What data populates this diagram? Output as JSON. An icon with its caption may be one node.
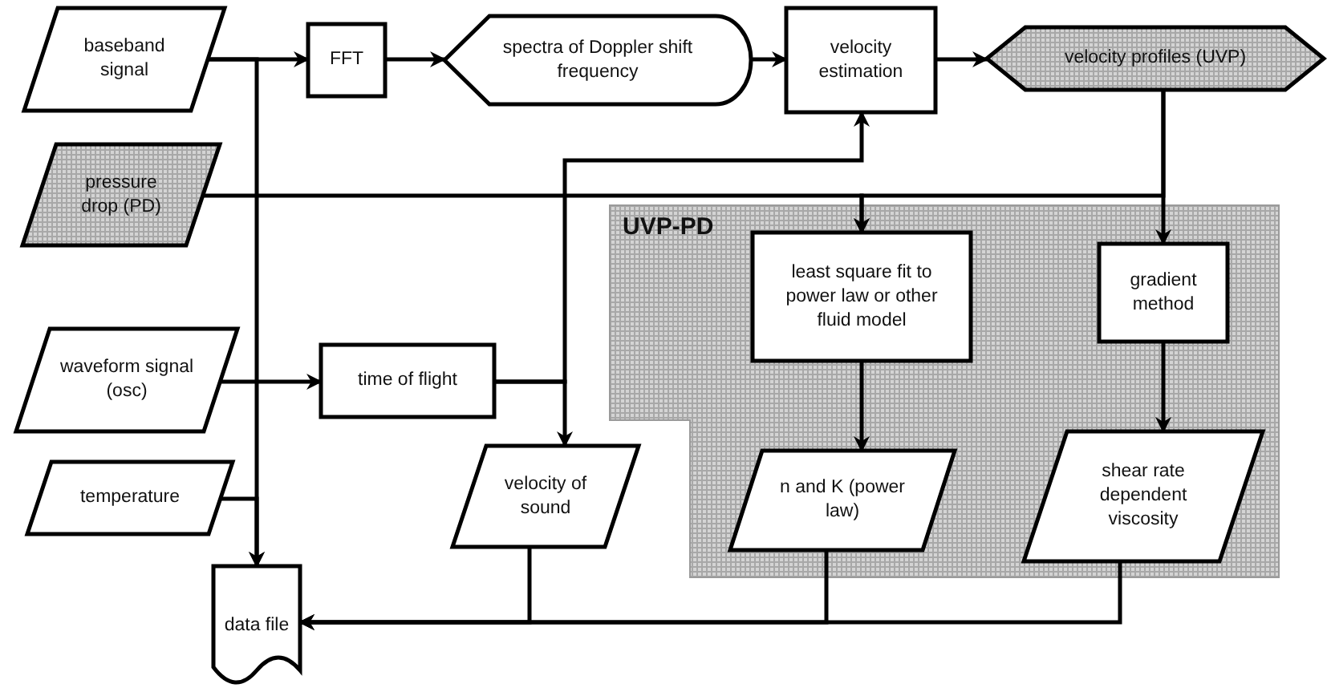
{
  "diagram": {
    "nodes": [
      {
        "text": [
          "baseband signal"
        ]
      },
      {
        "text": [
          "FFT"
        ]
      },
      {
        "text": [
          "spectra of Doppler shift frequency"
        ]
      },
      {
        "text": [
          "velocity estimation"
        ]
      },
      {
        "text": [
          "velocity profiles (UVP)"
        ]
      },
      {
        "text": [
          "pressure drop (PD)"
        ]
      },
      {
        "text": [
          "UVP-PD"
        ]
      },
      {
        "text": [
          "least square fit to power law or other fluid model"
        ],
        "in": 6
      },
      {
        "text": [
          "gradient method"
        ],
        "in": 6
      },
      {
        "text": [
          "waveform signal (osc)"
        ]
      },
      {
        "text": [
          "time of flight"
        ]
      },
      {
        "text": [
          "temperature"
        ]
      },
      {
        "text": [
          "velocity of sound"
        ]
      },
      {
        "text": [
          "n and K (power law)"
        ],
        "in": 6
      },
      {
        "text": [
          "shear rate dependent viscosity"
        ],
        "in": 6
      },
      {
        "text": [
          "data file"
        ]
      }
    ],
    "edges": [
      {
        "from": 0,
        "to": 1,
        "arrow": "to"
      },
      {
        "from": 0,
        "to": 15,
        "arrow": "to"
      },
      {
        "from": 1,
        "to": 2,
        "arrow": "to"
      },
      {
        "from": 2,
        "to": 3,
        "arrow": "to"
      },
      {
        "from": 3,
        "to": 4,
        "arrow": "to"
      },
      {
        "from": 5,
        "to": 7,
        "arrow": "to"
      },
      {
        "from": 4,
        "to": 7,
        "arrow": "to"
      },
      {
        "from": 4,
        "to": 8,
        "arrow": "to"
      },
      {
        "from": 9,
        "to": 10,
        "arrow": "to"
      },
      {
        "from": 10,
        "to": 3,
        "arrow": "to"
      },
      {
        "from": 10,
        "to": 12,
        "arrow": "to"
      },
      {
        "from": 11,
        "to": 15,
        "arrow": "to"
      },
      {
        "from": 7,
        "to": 13,
        "arrow": "to"
      },
      {
        "from": 8,
        "to": 14,
        "arrow": "to"
      },
      {
        "from": 12,
        "to": 15,
        "arrow": "to"
      },
      {
        "from": 13,
        "to": 15,
        "arrow": "to"
      },
      {
        "from": 14,
        "to": 15,
        "arrow": "to"
      }
    ]
  }
}
